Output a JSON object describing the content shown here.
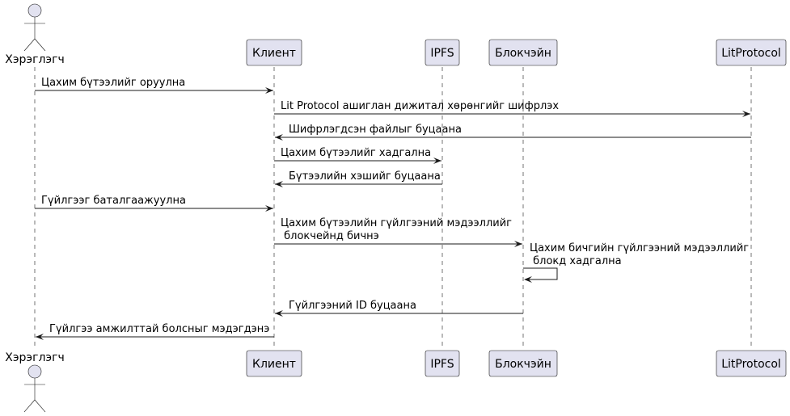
{
  "participants": [
    {
      "id": "user",
      "label": "Хэрэглэгч",
      "kind": "actor"
    },
    {
      "id": "client",
      "label": "Клиент",
      "kind": "participant"
    },
    {
      "id": "ipfs",
      "label": "IPFS",
      "kind": "participant"
    },
    {
      "id": "blockchain",
      "label": "Блокчэйн",
      "kind": "participant"
    },
    {
      "id": "lit",
      "label": "LitProtocol",
      "kind": "participant"
    }
  ],
  "messages": [
    {
      "from": "user",
      "to": "client",
      "lines": [
        "Цахим бүтээлийг оруулна"
      ]
    },
    {
      "from": "client",
      "to": "lit",
      "lines": [
        "Lit Protocol ашиглан дижитал хөрөнгийг шифрлэх"
      ]
    },
    {
      "from": "lit",
      "to": "client",
      "lines": [
        "Шифрлэгдсэн файлыг буцаана"
      ]
    },
    {
      "from": "client",
      "to": "ipfs",
      "lines": [
        "Цахим бүтээлийг хадгална"
      ]
    },
    {
      "from": "ipfs",
      "to": "client",
      "lines": [
        "Бүтээлийн хэшийг буцаана"
      ]
    },
    {
      "from": "user",
      "to": "client",
      "lines": [
        "Гүйлгээг баталгаажуулна"
      ]
    },
    {
      "from": "client",
      "to": "blockchain",
      "lines": [
        "Цахим бүтээлийн гүйлгээний мэдээллийг",
        " блокчейнд бичнэ"
      ]
    },
    {
      "from": "blockchain",
      "to": "blockchain",
      "lines": [
        "Цахим бичгийн гүйлгээний мэдээллийг",
        " блокд хадгална"
      ]
    },
    {
      "from": "blockchain",
      "to": "client",
      "lines": [
        "Гүйлгээний ID буцаана"
      ]
    },
    {
      "from": "client",
      "to": "user",
      "lines": [
        "Гүйлгээ амжилттай болсныг мэдэгдэнэ"
      ]
    }
  ]
}
